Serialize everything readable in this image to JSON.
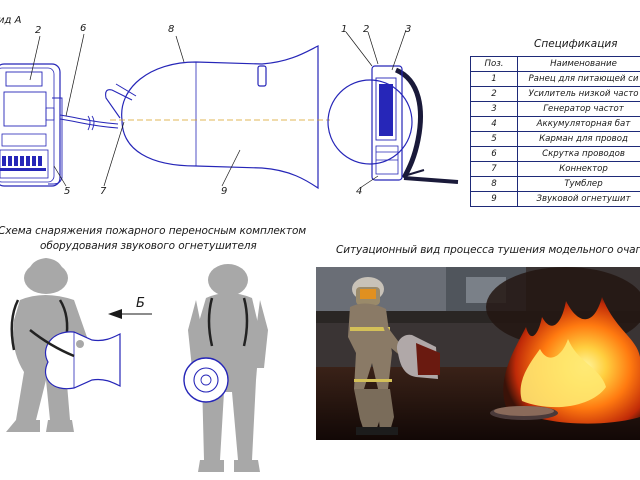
{
  "view_label": "ид А",
  "callouts_left": [
    "2",
    "6",
    "5"
  ],
  "callouts_side": [
    "8",
    "7",
    "9"
  ],
  "callouts_right": [
    "1",
    "2",
    "3",
    "4"
  ],
  "spec": {
    "title": "Спецификация",
    "headers": [
      "Поз.",
      "Наименование"
    ],
    "rows": [
      {
        "pos": "1",
        "name": "Ранец для питающей си"
      },
      {
        "pos": "2",
        "name": "Усилитель низкой часто"
      },
      {
        "pos": "3",
        "name": "Генератор частот"
      },
      {
        "pos": "4",
        "name": "Аккумуляторная бат"
      },
      {
        "pos": "5",
        "name": "Карман для провод"
      },
      {
        "pos": "6",
        "name": "Скрутка проводов"
      },
      {
        "pos": "7",
        "name": "Коннектор"
      },
      {
        "pos": "8",
        "name": "Тумблер"
      },
      {
        "pos": "9",
        "name": "Звуковой огнетушит"
      }
    ]
  },
  "caption_left_line1": "Схема снаряжения пожарного переносным комплектом",
  "caption_left_line2": "оборудования звукового огнетушителя",
  "caption_right": "Ситуационный вид процесса тушения модельного очага",
  "arrow_label": "Б",
  "colors": {
    "line": "#2626b8",
    "table_border": "#1e2a78",
    "silhouette": "#a8a8a8",
    "fire": "#ff7a10"
  }
}
